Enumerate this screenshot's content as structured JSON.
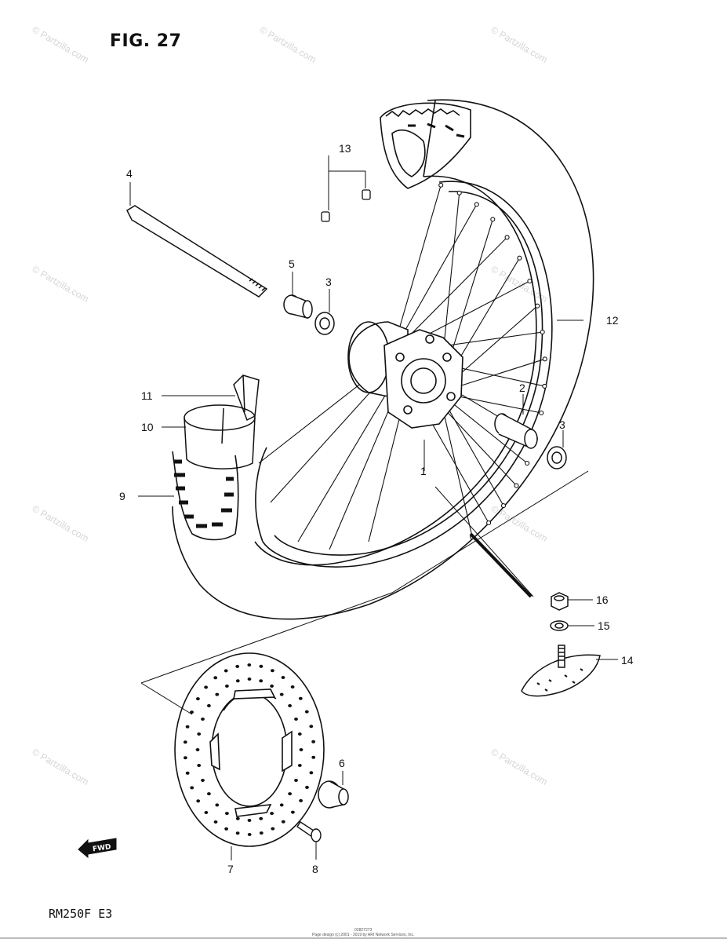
{
  "figure": {
    "title": "FIG. 27",
    "model": "RM250F  E3",
    "footer_line1": "02827273",
    "footer_line2": "Page design (c) 2001 - 2019 by ARI Network Services, Inc."
  },
  "watermark": {
    "text": "© Partzilla.com"
  },
  "fwd_badge": {
    "text": "FWD"
  },
  "callouts": {
    "p1": "1",
    "p2": "2",
    "p3a": "3",
    "p3b": "3",
    "p4": "4",
    "p5": "5",
    "p6": "6",
    "p7": "7",
    "p8": "8",
    "p9": "9",
    "p10": "10",
    "p11": "11",
    "p12": "12",
    "p13": "13",
    "p14": "14",
    "p15": "15",
    "p16": "16"
  },
  "icons": {
    "axle": "axle-icon",
    "spacer": "spacer-icon",
    "bearing": "bearing-icon",
    "brake_disc": "brake-disc-icon",
    "bolt": "disc-bolt-icon",
    "rim_band": "rim-band-icon",
    "valve_nut": "valve-nut-icon",
    "washer": "washer-icon",
    "tube": "tube-icon",
    "tire": "tire-icon",
    "spoke": "spoke-icon",
    "fwd": "fwd-arrow-icon"
  }
}
